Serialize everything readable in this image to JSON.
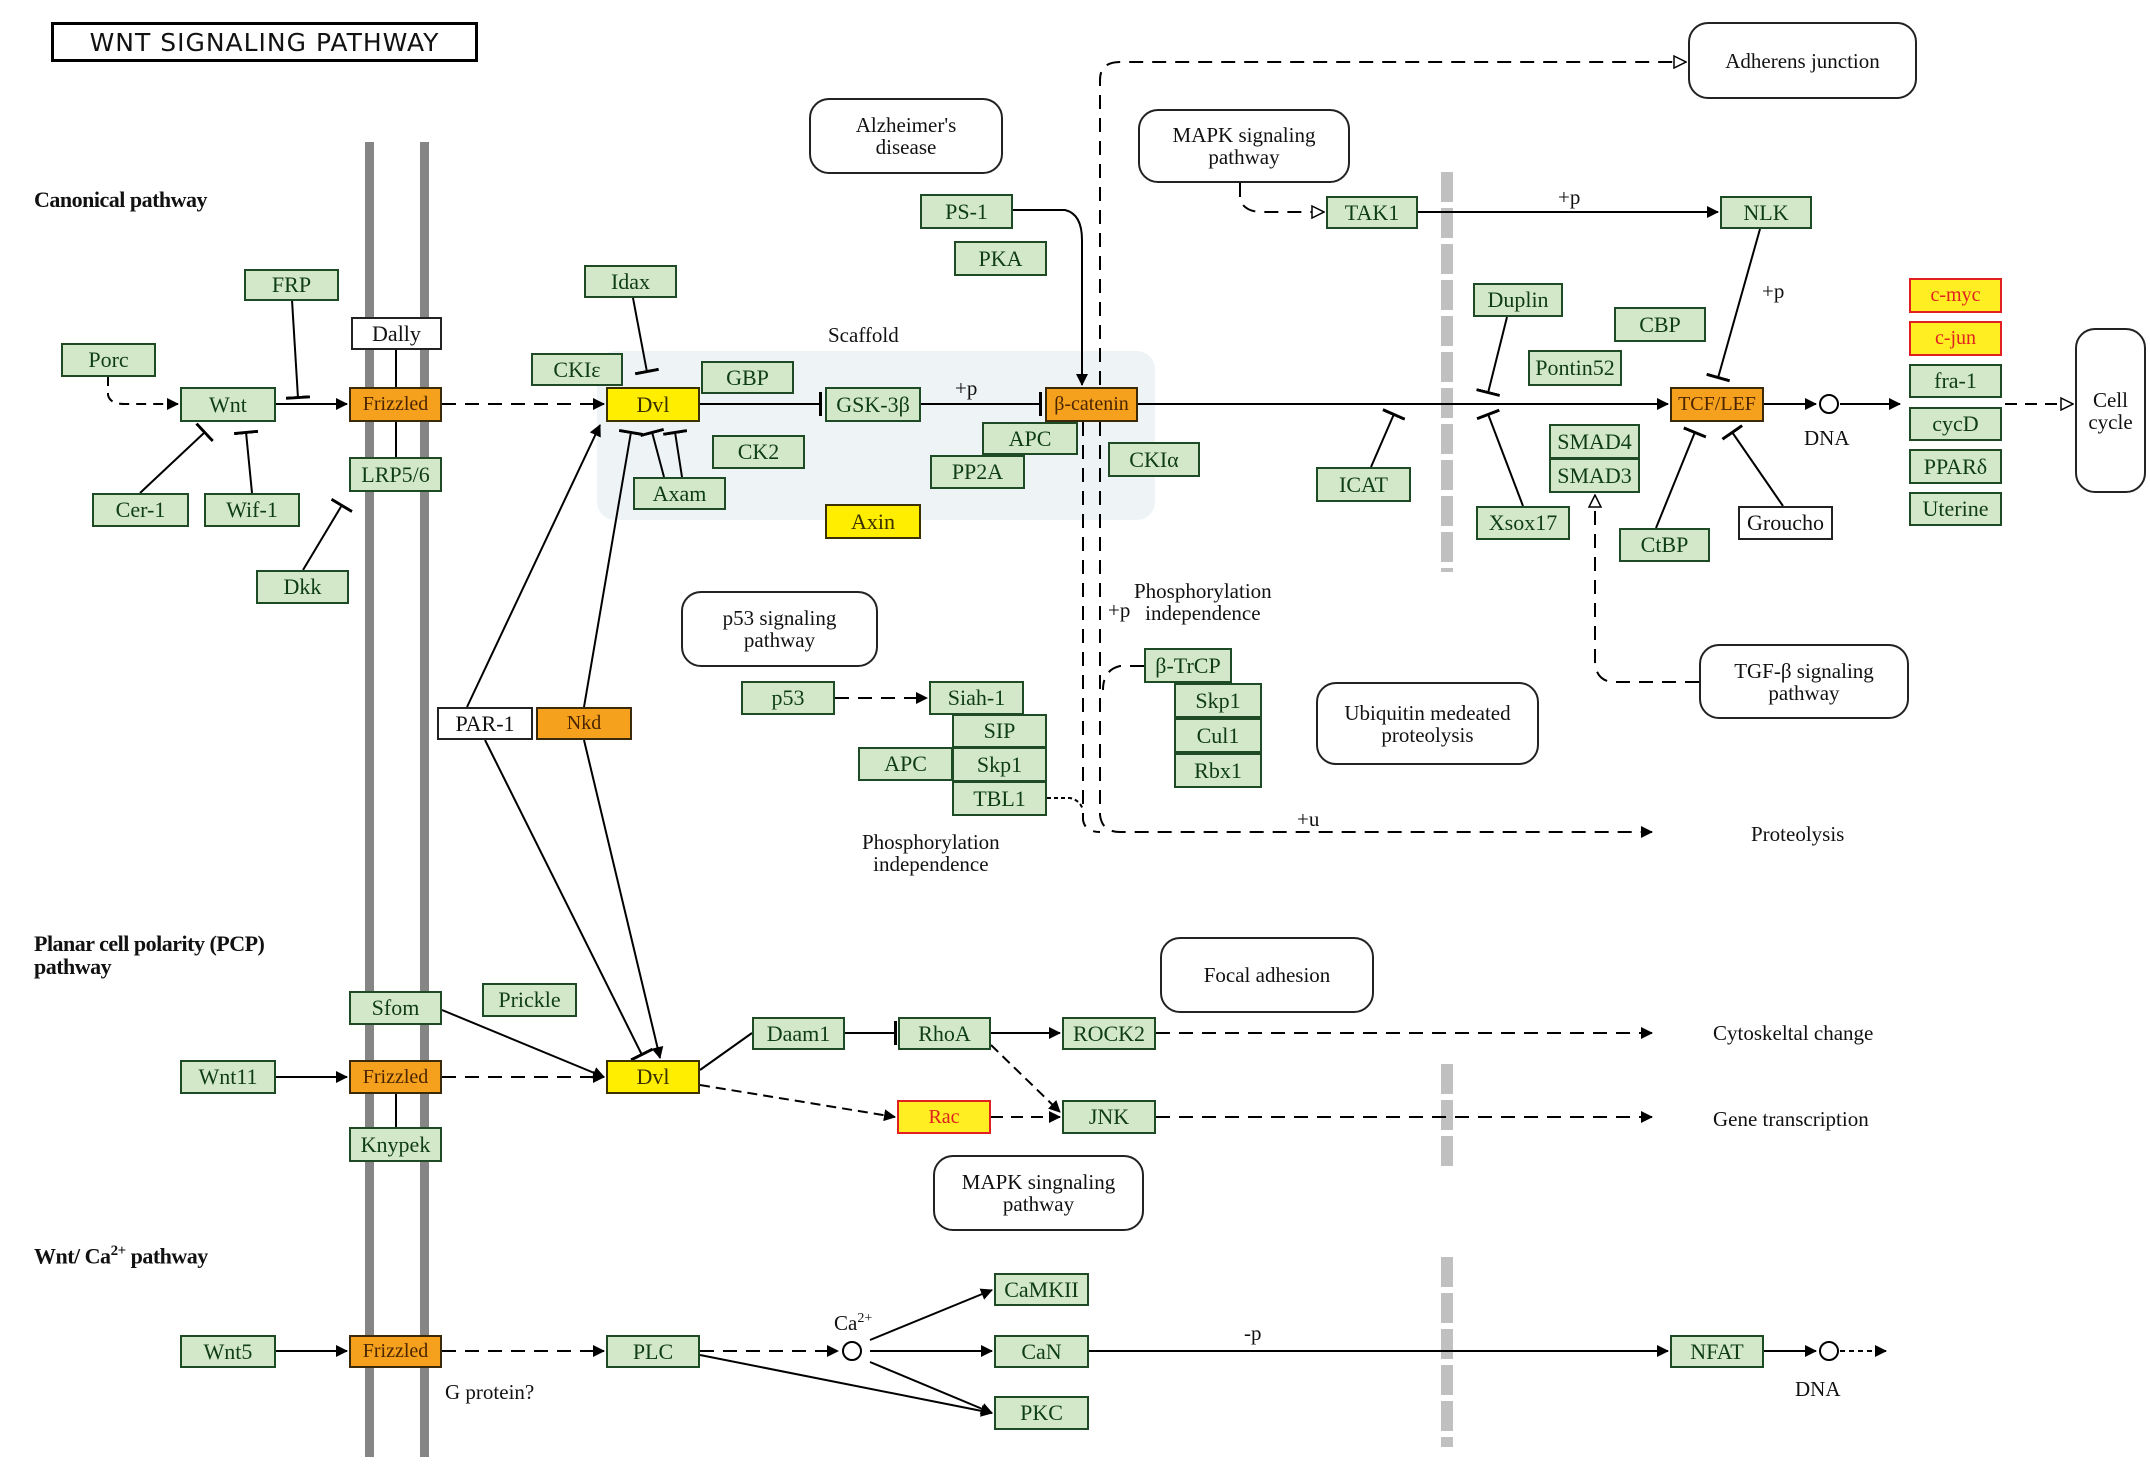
{
  "title": "WNT SIGNALING PATHWAY",
  "sections": {
    "canonical": "Canonical pathway",
    "pcp": "Planar cell polarity (PCP)\npathway",
    "ca_prefix": "Wnt/ Ca",
    "ca_sup": "2+",
    "ca_suffix": " pathway"
  },
  "colors": {
    "gene_fill": "#d3e8c9",
    "gene_border": "#1e4a25",
    "orange_fill": "#f5a11e",
    "yellow_fill": "#ffee00",
    "highlight_text": "#e12020",
    "membrane": "#858585",
    "scaffold_bg": "#eef3f5"
  },
  "canonical_nodes": {
    "porc": "Porc",
    "wnt": "Wnt",
    "frp": "FRP",
    "dally": "Dally",
    "frizzled": "Frizzled",
    "lrp": "LRP5/6",
    "cer1": "Cer-1",
    "wif1": "Wif-1",
    "dkk": "Dkk",
    "idax": "Idax",
    "ckie": "CKIε",
    "dvl": "Dvl",
    "gbp": "GBP",
    "ck2": "CK2",
    "axam": "Axam",
    "gsk3b": "GSK-3β",
    "bcatenin": "β-catenin",
    "apc": "APC",
    "pp2a": "PP2A",
    "axin": "Axin",
    "ckia": "CKIα",
    "ps1": "PS-1",
    "pka": "PKA",
    "tak1": "TAK1",
    "nlk": "NLK",
    "duplin": "Duplin",
    "cbp": "CBP",
    "pontin52": "Pontin52",
    "tcflef": "TCF/LEF",
    "smad4": "SMAD4",
    "smad3": "SMAD3",
    "icat": "ICAT",
    "xsox17": "Xsox17",
    "ctbp": "CtBP",
    "groucho": "Groucho",
    "cmyc": "c-myc",
    "cjun": "c-jun",
    "fra1": "fra-1",
    "cycd": "cycD",
    "ppard": "PPARδ",
    "uterine": "Uterine",
    "par1": "PAR-1",
    "nkd": "Nkd",
    "p53": "p53",
    "siah1": "Siah-1",
    "sip": "SIP",
    "apc2": "APC",
    "skp1a": "Skp1",
    "tbl1": "TBL1",
    "btrcp": "β-TrCP",
    "skp1b": "Skp1",
    "cul1": "Cul1",
    "rbx1": "Rbx1"
  },
  "pcp_nodes": {
    "sfom": "Sfom",
    "prickle": "Prickle",
    "wnt11": "Wnt11",
    "frizzled": "Frizzled",
    "knypek": "Knypek",
    "dvl": "Dvl",
    "daam1": "Daam1",
    "rhoa": "RhoA",
    "rock2": "ROCK2",
    "rac": "Rac",
    "jnk": "JNK"
  },
  "ca_nodes": {
    "wnt5": "Wnt5",
    "frizzled": "Frizzled",
    "plc": "PLC",
    "camkii": "CaMKII",
    "can": "CaN",
    "pkc": "PKC",
    "nfat": "NFAT"
  },
  "pathways": {
    "alzheimers": "Alzheimer's\ndisease",
    "mapk_top": "MAPK signaling\npathway",
    "adherens": "Adherens junction",
    "cell_cycle": "Cell\ncycle",
    "p53_pathway": "p53 signaling\npathway",
    "ubiquitin": "Ubiquitin medeated\nproteolysis",
    "tgfb": "TGF-β signaling\npathway",
    "focal": "Focal adhesion",
    "mapk_bottom": "MAPK singnaling\npathway"
  },
  "labels": {
    "scaffold": "Scaffold",
    "plus_p_gsk": "+p",
    "plus_p_tak": "+p",
    "plus_p_nlk": "+p",
    "plus_p_btrcp": "+p",
    "phos_indep_1": "Phosphorylation\nindependence",
    "phos_indep_2": "Phosphorylation\nindependence",
    "plus_u": "+u",
    "proteolysis": "Proteolysis",
    "dna_1": "DNA",
    "dna_2": "DNA",
    "cytoskeletal": "Cytoskeltal change",
    "gene_transcription": "Gene transcription",
    "g_protein": "G protein?",
    "ca_ion": "Ca",
    "ca_ion_sup": "2+",
    "minus_p": "-p"
  }
}
